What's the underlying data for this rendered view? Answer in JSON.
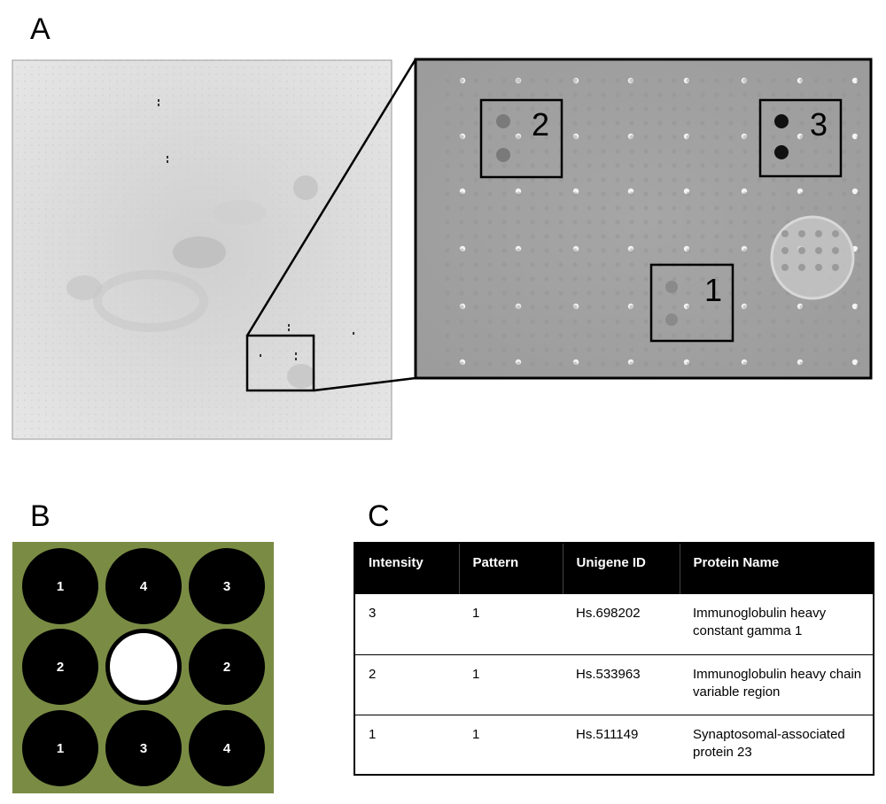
{
  "panel_a": {
    "letter": "A",
    "box_labels": [
      "1",
      "2",
      "3"
    ]
  },
  "panel_b": {
    "letter": "B",
    "grid": [
      "1",
      "4",
      "3",
      "2",
      "",
      "2",
      "1",
      "3",
      "4"
    ],
    "colors": {
      "background": "#7a8c44",
      "spot": "#000000",
      "center": "#ffffff"
    }
  },
  "panel_c": {
    "letter": "C",
    "headers": [
      "Intensity",
      "Pattern",
      "Unigene ID",
      "Protein Name"
    ],
    "rows": [
      {
        "intensity": "3",
        "pattern": "1",
        "unigene": "Hs.698202",
        "protein": "Immunoglobulin heavy constant gamma 1"
      },
      {
        "intensity": "2",
        "pattern": "1",
        "unigene": "Hs.533963",
        "protein": "Immunoglobulin heavy chain variable region"
      },
      {
        "intensity": "1",
        "pattern": "1",
        "unigene": "Hs.511149",
        "protein": "Synaptosomal-associated protein 23"
      }
    ]
  }
}
